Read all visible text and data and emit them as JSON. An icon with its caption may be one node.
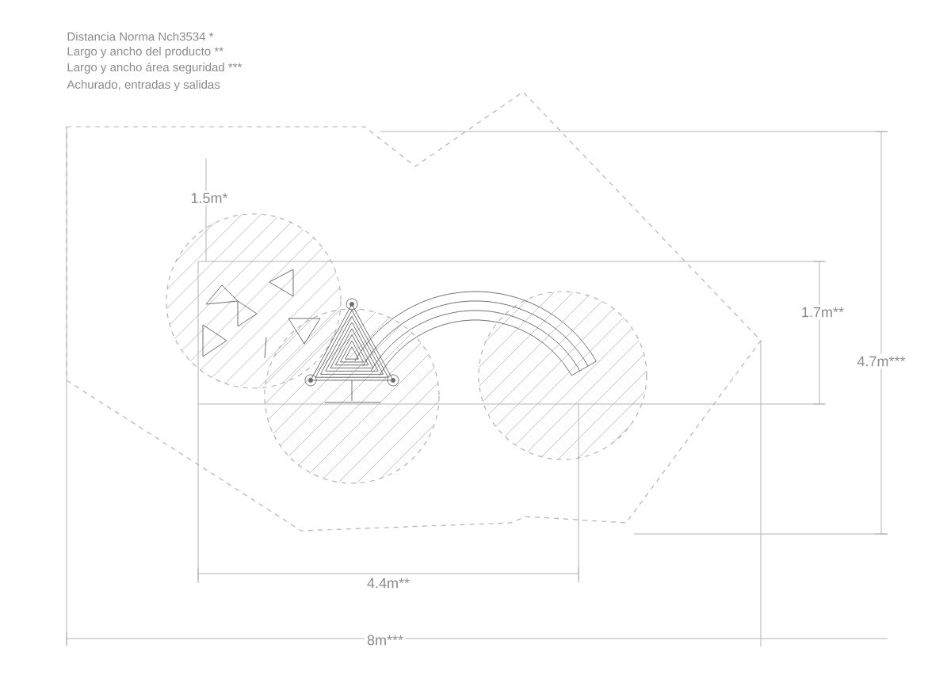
{
  "diagram": {
    "labels": [
      "Distancia Norma Nch3534 *",
      "Largo y ancho del producto **",
      "Largo y ancho área seguridad ***",
      "Achurado, entradas y salidas",
      "1.5m*",
      "1.7m**",
      "4.7m***",
      "4.4m**",
      "8m***"
    ]
  }
}
